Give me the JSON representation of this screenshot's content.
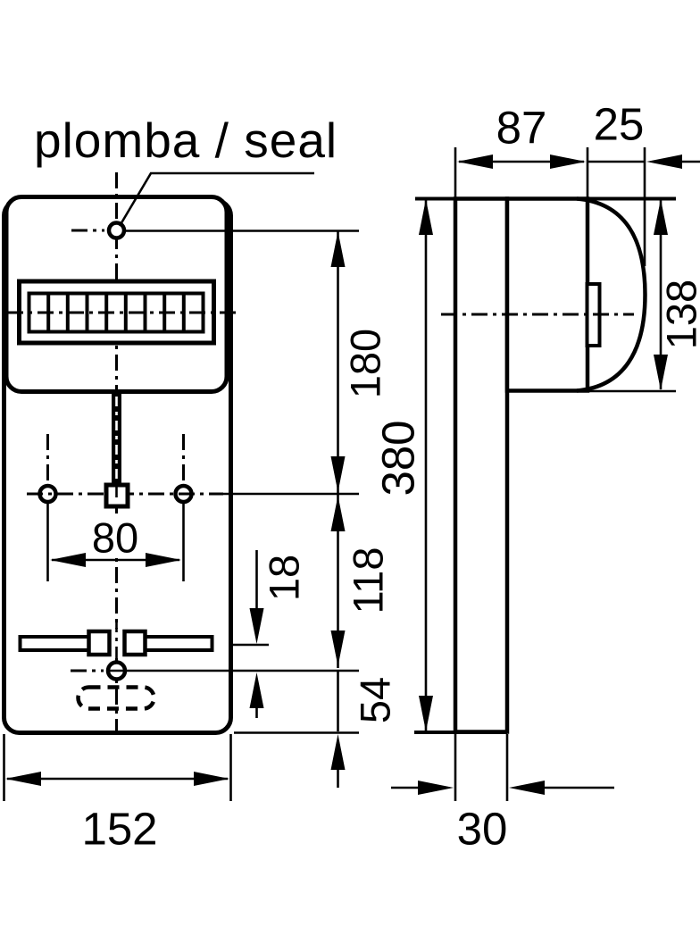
{
  "callout": {
    "label": "plomba / seal"
  },
  "front_view": {
    "dim_seal_to_holes": "180",
    "dim_holes_to_lower_seal": "118",
    "dim_lower_seal_to_bottom": "54",
    "dim_terminal_to_lower_seal": "18",
    "dim_hole_spacing": "80",
    "dim_width": "152"
  },
  "side_view": {
    "dim_body_depth": "87",
    "dim_cover_depth": "25",
    "dim_cover_height": "138",
    "dim_total_height": "380",
    "dim_base_depth": "30"
  },
  "colors": {
    "line": "#000000",
    "background": "#ffffff"
  }
}
